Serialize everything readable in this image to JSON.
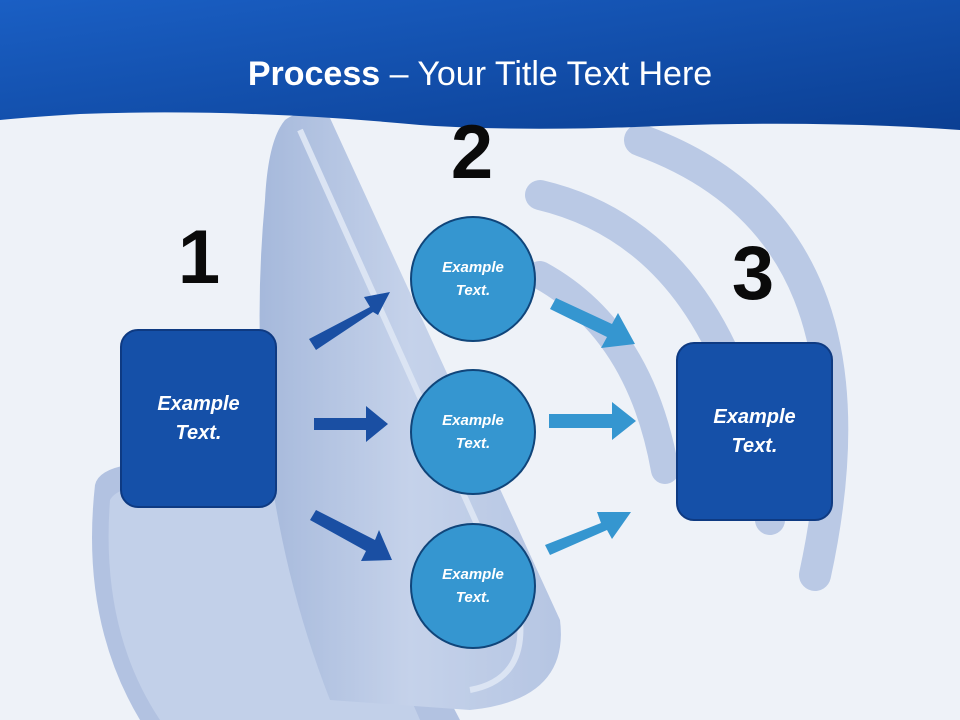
{
  "title": {
    "bold": "Process",
    "rest": " – Your Title Text Here"
  },
  "steps": [
    {
      "number": "1",
      "text_line1": "Example",
      "text_line2": "Text."
    },
    {
      "number": "2"
    },
    {
      "number": "3",
      "text_line1": "Example",
      "text_line2": "Text."
    }
  ],
  "circles": [
    {
      "text_line1": "Example",
      "text_line2": "Text."
    },
    {
      "text_line1": "Example",
      "text_line2": "Text."
    },
    {
      "text_line1": "Example",
      "text_line2": "Text."
    }
  ],
  "colors": {
    "header_blue": "#1257b7",
    "box_blue": "#1550a8",
    "circle_blue": "#3596d0",
    "arrow_dark": "#1a4fa3",
    "arrow_light": "#3596d0"
  },
  "icons": {
    "background": "speaker-icon"
  }
}
